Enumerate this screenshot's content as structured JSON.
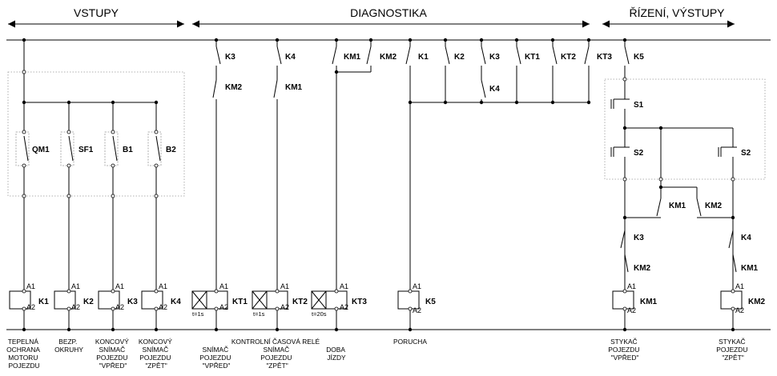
{
  "headers": {
    "inputs": "VSTUPY",
    "diagnostics": "DIAGNOSTIKA",
    "control": "ŘÍZENÍ, VÝSTUPY"
  },
  "labels": {
    "c1_qm1": "QM1",
    "c2_sf1": "SF1",
    "c3_b1": "B1",
    "c4_b2": "B2",
    "c1_coil": "K1",
    "c2_coil": "K2",
    "c3_coil": "K3",
    "c4_coil": "K4",
    "c5_k3": "K3",
    "c5_km2": "KM2",
    "c5_coil": "KT1",
    "c6_k4": "K4",
    "c6_km1": "KM1",
    "c6_coil": "KT2",
    "c7_km1": "KM1",
    "c7_km2": "KM2",
    "c7_coil": "KT3",
    "c8_k1": "K1",
    "c8_k2": "K2",
    "c8_k3": "K3",
    "c8_k4": "K4",
    "c8_kt1": "KT1",
    "c8_kt2": "KT2",
    "c8_kt3": "KT3",
    "c8_coil": "K5",
    "c9_k5": "K5",
    "c9_s1": "S1",
    "c9_s2": "S2",
    "c10_s2": "S2",
    "c9_km1": "KM1",
    "c9_km2": "KM2",
    "c9_k3": "K3",
    "c9_km2b": "KM2",
    "c10_k4": "K4",
    "c10_km1": "KM1",
    "c9_coil": "KM1",
    "c10_coil": "KM2",
    "a1": "A1",
    "a2": "A2"
  },
  "timers": {
    "kt1": "t=1s",
    "kt2": "t=1s",
    "kt3": "t=20s"
  },
  "captions": {
    "k1": [
      "TEPELNÁ",
      "OCHRANA",
      "MOTORU",
      "POJEZDU"
    ],
    "k2": [
      "BEZP.",
      "OKRUHY"
    ],
    "k3": [
      "KONCOVÝ",
      "SNÍMAČ",
      "POJEZDU",
      "\"VPŘED\""
    ],
    "k4": [
      "KONCOVÝ",
      "SNÍMAČ",
      "POJEZDU",
      "\"ZPĚT\""
    ],
    "kt1": [
      "SNÍMAČ",
      "POJEZDU",
      "\"VPŘED\""
    ],
    "relay_group": "KONTROLNÍ ČASOVÁ RELÉ",
    "kt2": [
      "SNÍMAČ",
      "POJEZDU",
      "\"ZPĚT\""
    ],
    "kt3": [
      "DOBA",
      "JÍZDY"
    ],
    "k5": [
      "PORUCHA"
    ],
    "km1": [
      "STYKAČ",
      "POJEZDU",
      "\"VPŘED\""
    ],
    "km2": [
      "STYKAČ",
      "POJEZDU",
      "\"ZPĚT\""
    ]
  }
}
